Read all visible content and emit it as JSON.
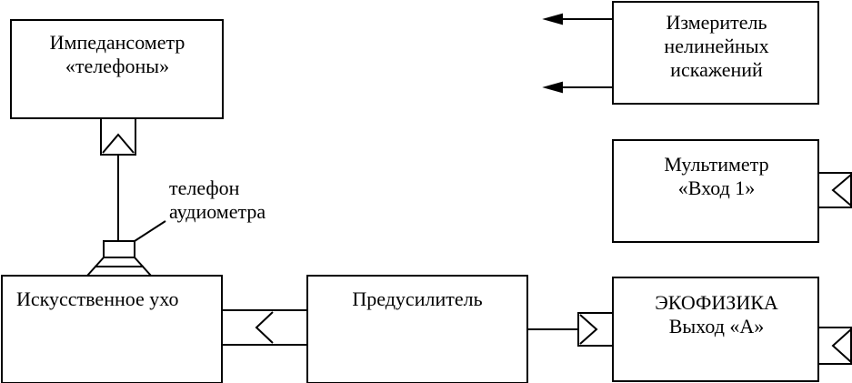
{
  "boxes": {
    "impedance": {
      "line1": "Импедансометр",
      "line2": "«телефоны»"
    },
    "distortion": {
      "line1": "Измеритель",
      "line2": "нелинейных",
      "line3": "искажений"
    },
    "multimeter": {
      "line1": "Мультиметр",
      "line2": "«Вход 1»"
    },
    "ear": {
      "line1": "Искусственное ухо"
    },
    "preamp": {
      "line1": "Предусилитель"
    },
    "ecophysics": {
      "line1": "ЭКОФИЗИКА",
      "line2": "Выход «А»"
    }
  },
  "labels": {
    "headphone": {
      "line1": "телефон",
      "line2": "аудиометра"
    }
  }
}
